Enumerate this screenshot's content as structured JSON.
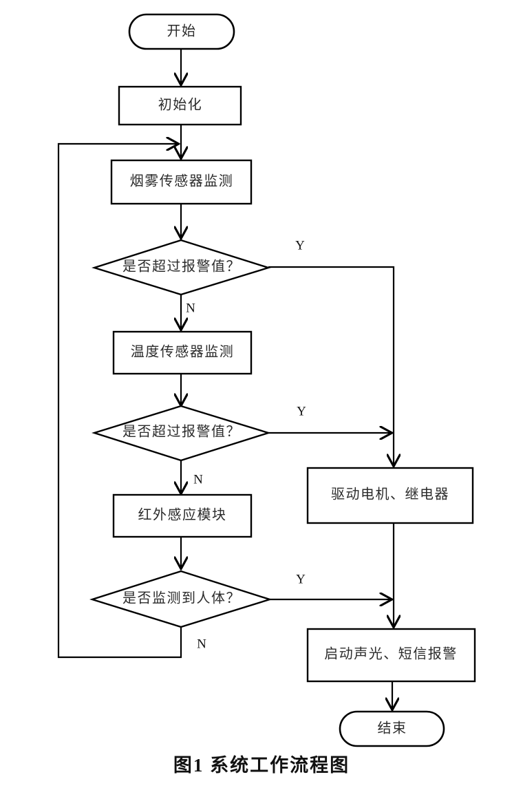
{
  "figure": {
    "caption": "图1  系统工作流程图",
    "title": "系统工作流程图",
    "number": "图1",
    "colors": {
      "background": "#ffffff",
      "stroke": "#000000",
      "node_text": "#2b2b2b",
      "label_text": "#111111"
    }
  },
  "chart_data": {
    "type": "diagram",
    "diagram_type": "flowchart",
    "title": "图1  系统工作流程图",
    "orientation": "top-to-bottom",
    "nodes": [
      {
        "id": "start",
        "shape": "terminator",
        "label": "开始"
      },
      {
        "id": "init",
        "shape": "process",
        "label": "初始化"
      },
      {
        "id": "smoke",
        "shape": "process",
        "label": "烟雾传感器监测"
      },
      {
        "id": "dec1",
        "shape": "decision",
        "label": "是否超过报警值？"
      },
      {
        "id": "temp",
        "shape": "process",
        "label": "温度传感器监测"
      },
      {
        "id": "dec2",
        "shape": "decision",
        "label": "是否超过报警值？"
      },
      {
        "id": "infrared",
        "shape": "process",
        "label": "红外感应模块"
      },
      {
        "id": "dec3",
        "shape": "decision",
        "label": "是否监测到人体？"
      },
      {
        "id": "drive",
        "shape": "process",
        "label": "驱动电机、继电器"
      },
      {
        "id": "alarm",
        "shape": "process",
        "label": "启动声光、短信报警"
      },
      {
        "id": "end",
        "shape": "terminator",
        "label": "结束"
      }
    ],
    "edges": [
      {
        "from": "start",
        "to": "init",
        "label": ""
      },
      {
        "from": "init",
        "to": "smoke",
        "label": ""
      },
      {
        "from": "smoke",
        "to": "dec1",
        "label": ""
      },
      {
        "from": "dec1",
        "to": "drive",
        "label": "Y"
      },
      {
        "from": "dec1",
        "to": "temp",
        "label": "N"
      },
      {
        "from": "temp",
        "to": "dec2",
        "label": ""
      },
      {
        "from": "dec2",
        "to": "drive",
        "label": "Y"
      },
      {
        "from": "dec2",
        "to": "infrared",
        "label": "N"
      },
      {
        "from": "infrared",
        "to": "dec3",
        "label": ""
      },
      {
        "from": "dec3",
        "to": "alarm",
        "label": "Y"
      },
      {
        "from": "dec3",
        "to": "smoke",
        "label": "N"
      },
      {
        "from": "drive",
        "to": "alarm",
        "label": ""
      },
      {
        "from": "alarm",
        "to": "end",
        "label": ""
      }
    ],
    "branch_labels": {
      "y1": "Y",
      "n1": "N",
      "y2": "Y",
      "n2": "N",
      "y3": "Y",
      "n3": "N"
    }
  }
}
